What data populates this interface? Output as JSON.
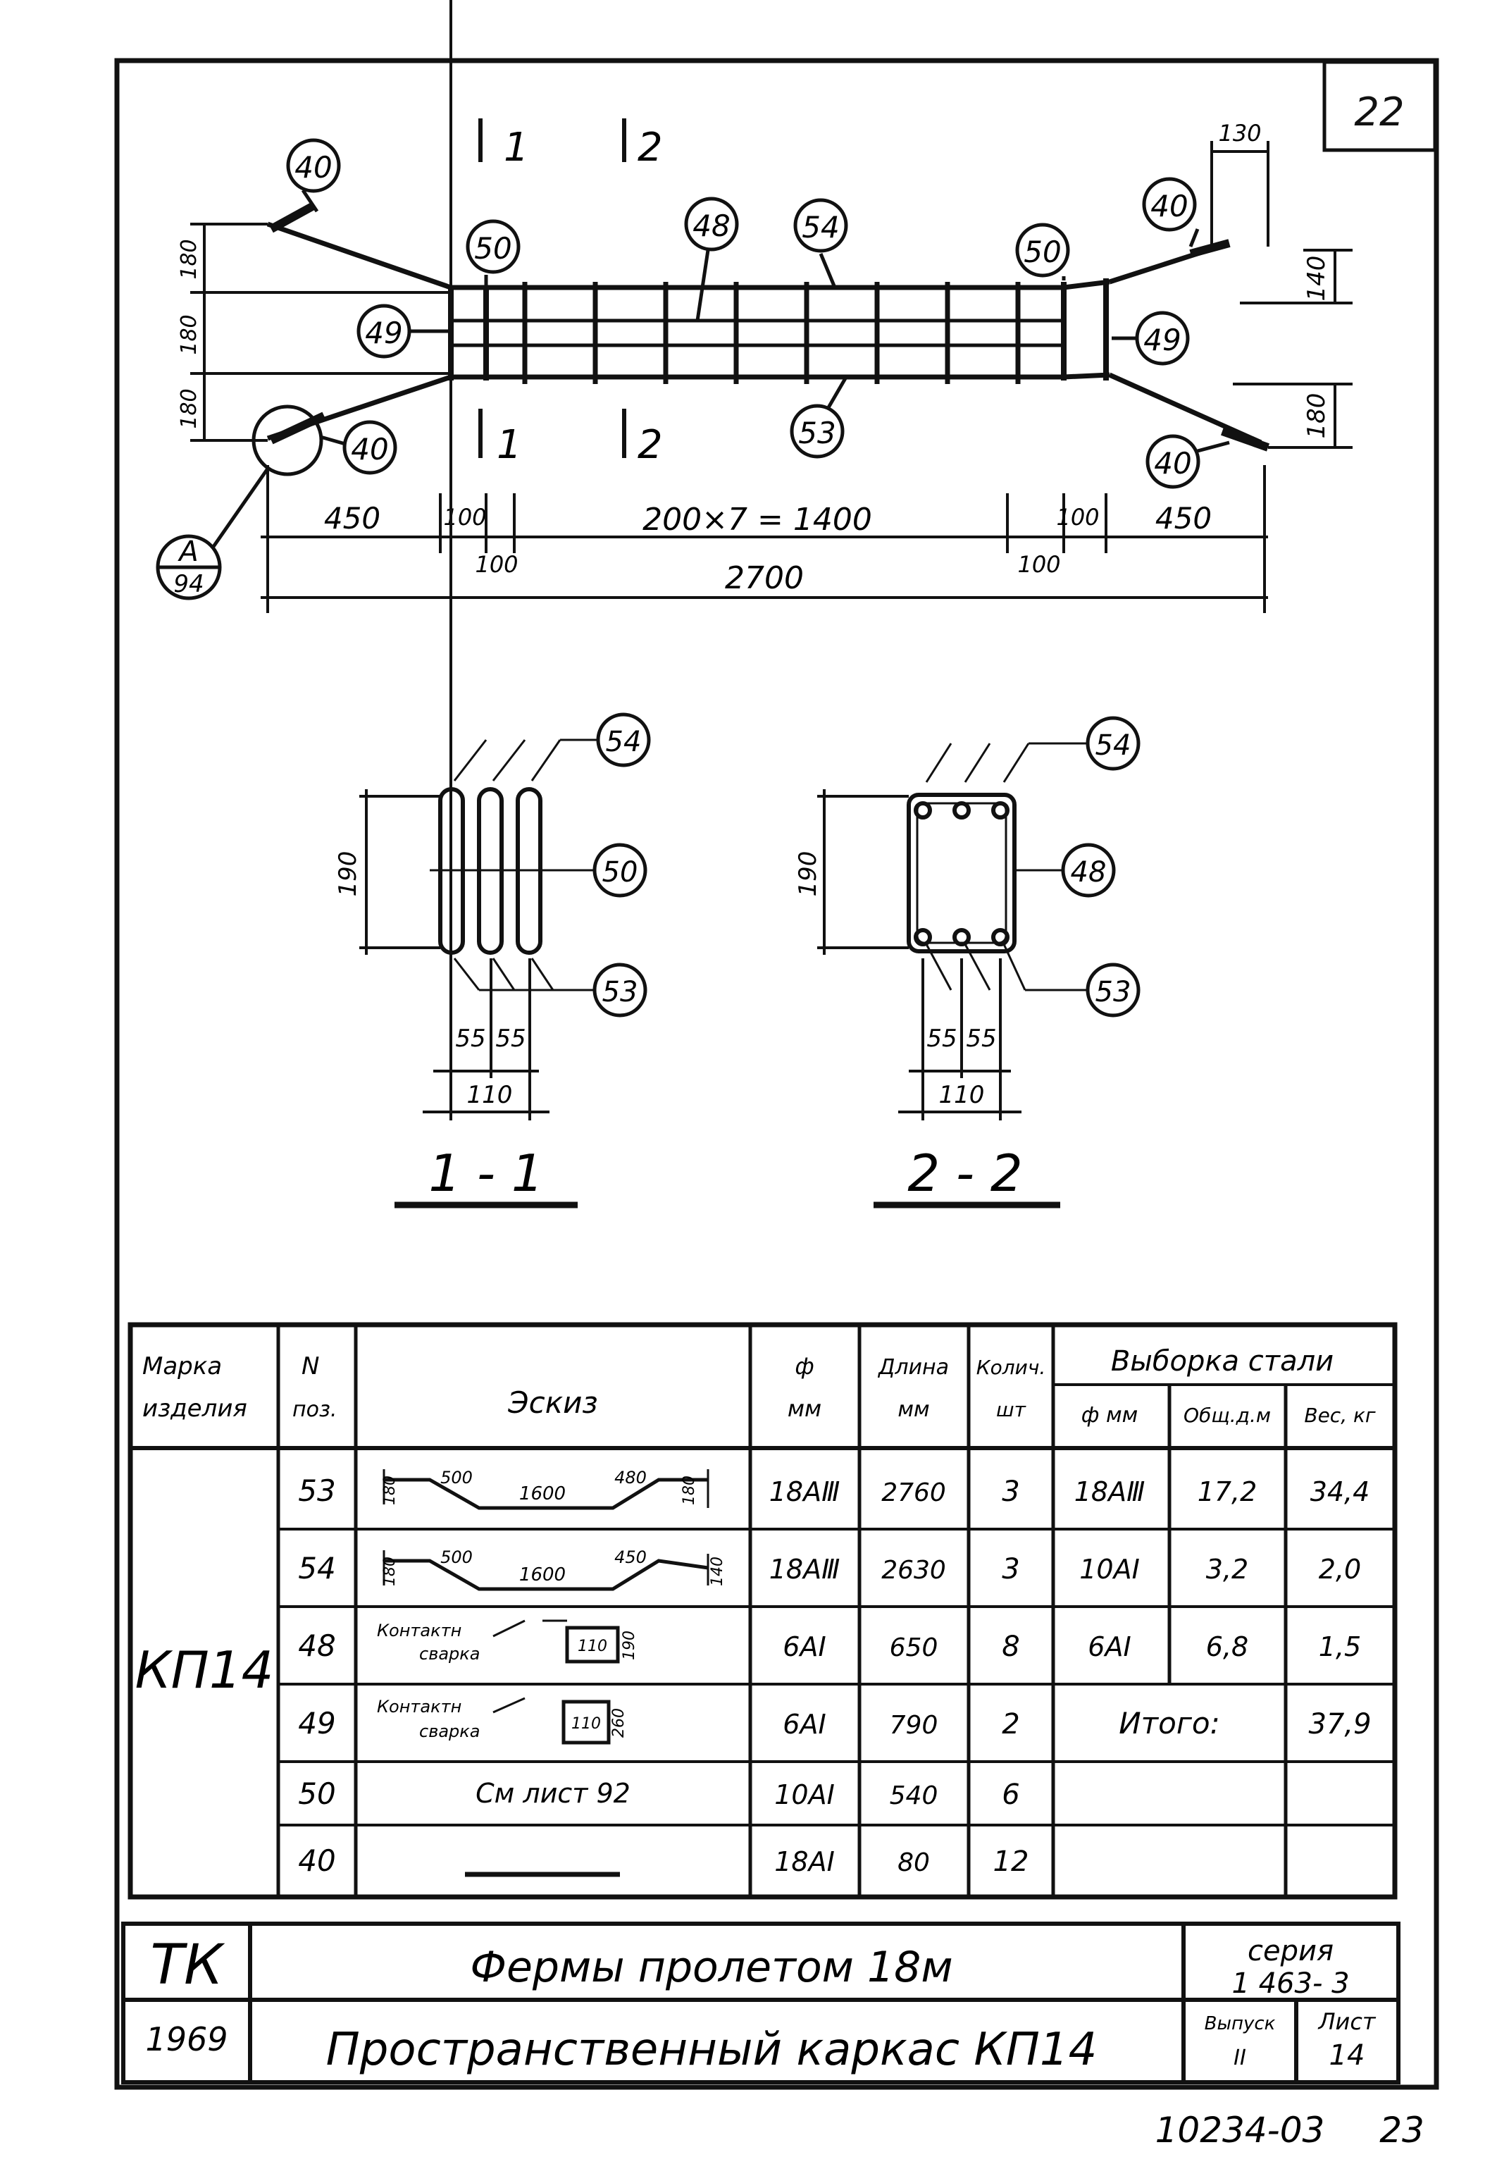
{
  "sheet_number": "22",
  "section_marks": {
    "s1": "1",
    "s2": "2"
  },
  "callouts": {
    "c40_tl": "40",
    "c40_bl": "40",
    "c40_tr": "40",
    "c40_br": "40",
    "c50_l": "50",
    "c50_r": "50",
    "c49_l": "49",
    "c49_r": "49",
    "c48": "48",
    "c54": "54",
    "c53": "53"
  },
  "detail_ref": {
    "letter": "A",
    "sheet": "94"
  },
  "dims": {
    "left_end": "450",
    "p100a": "100",
    "p100b": "100",
    "middle": "200×7 = 1400",
    "p100c": "100",
    "p100d": "100",
    "right_end": "450",
    "total": "2700",
    "h180a": "180",
    "h180b": "180",
    "h180c": "180",
    "h130": "130",
    "h140": "140",
    "h180r": "180"
  },
  "section_1": {
    "title": "1 - 1",
    "height": "190",
    "d55a": "55",
    "d55b": "55",
    "width": "110",
    "c54": "54",
    "c50": "50",
    "c53": "53"
  },
  "section_2": {
    "title": "2 - 2",
    "height": "190",
    "d55a": "55",
    "d55b": "55",
    "width": "110",
    "c54": "54",
    "c48": "48",
    "c53": "53"
  },
  "table": {
    "headers": {
      "mark": "Марка изделия",
      "pos": "N поз.",
      "sketch": "Эскиз",
      "dia": "ф мм",
      "length": "Длина мм",
      "qty": "Колич. шт",
      "steel": "Выборка стали",
      "steel_dia": "ф мм",
      "steel_len": "Общ.д.м",
      "steel_wt": "Вес, кг"
    },
    "mark_value": "КП14",
    "rows": [
      {
        "pos": "53",
        "dia": "18АⅢ",
        "length": "2760",
        "qty": "3",
        "sketch": {
          "a": "500",
          "b": "1600",
          "c": "480",
          "h1": "180",
          "h2": "180"
        }
      },
      {
        "pos": "54",
        "dia": "18АⅢ",
        "length": "2630",
        "qty": "3",
        "sketch": {
          "a": "500",
          "b": "1600",
          "c": "450",
          "h1": "180",
          "h2": "140"
        }
      },
      {
        "pos": "48",
        "dia": "6АI",
        "length": "650",
        "qty": "8",
        "sketch": {
          "note1": "Контактн",
          "note2": "сварка",
          "w": "110",
          "h": "190"
        }
      },
      {
        "pos": "49",
        "dia": "6АI",
        "length": "790",
        "qty": "2",
        "sketch": {
          "note1": "Контактн",
          "note2": "сварка",
          "w": "110",
          "h": "260"
        }
      },
      {
        "pos": "50",
        "dia": "10АI",
        "length": "540",
        "qty": "6",
        "sketch": {
          "text": "См лист  92"
        }
      },
      {
        "pos": "40",
        "dia": "18АI",
        "length": "80",
        "qty": "12"
      }
    ],
    "steel_rows": [
      {
        "dia": "18АⅢ",
        "len": "17,2",
        "wt": "34,4"
      },
      {
        "dia": "10АI",
        "len": "3,2",
        "wt": "2,0"
      },
      {
        "dia": "6АI",
        "len": "6,8",
        "wt": "1,5"
      }
    ],
    "total_label": "Итого:",
    "total_value": "37,9"
  },
  "title_block": {
    "org": "ТК",
    "year": "1969",
    "title1": "Фермы  пролетом  18м",
    "title2": "Пространственный  каркас  КП14",
    "series_label": "серия",
    "series_value": "1 463- 3",
    "issue_label": "Выпуск",
    "issue_value": "II",
    "sheet_label": "Лист",
    "sheet_value": "14"
  },
  "footer_code": "10234-03",
  "footer_page": "23"
}
